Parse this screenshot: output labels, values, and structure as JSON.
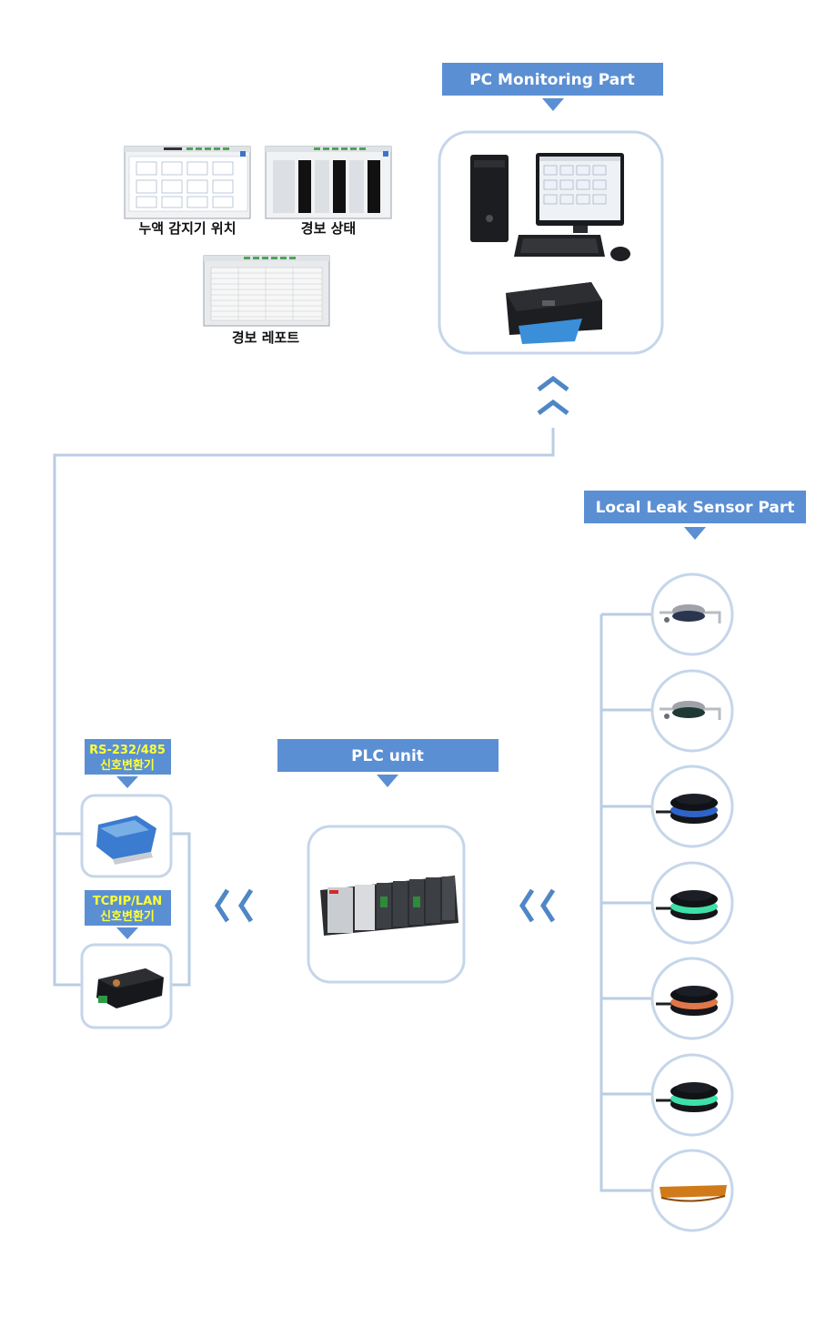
{
  "labels": {
    "pc_monitoring": "PC Monitoring Part",
    "local_sensor": "Local Leak Sensor Part",
    "plc_unit": "PLC unit",
    "rs_line1": "RS-232/485",
    "rs_line2": "신호변환기",
    "tcp_line1": "TCPIP/LAN",
    "tcp_line2": "신호변환기"
  },
  "screens": [
    {
      "caption": "누액 감지기 위치"
    },
    {
      "caption": "경보 상태"
    },
    {
      "caption": "경보 레포트"
    }
  ],
  "sensors": [
    {
      "kind": "clamp"
    },
    {
      "kind": "clamp"
    },
    {
      "kind": "puck",
      "ring": "#2e63c9"
    },
    {
      "kind": "puck",
      "ring": "#3fe0a8"
    },
    {
      "kind": "puck",
      "ring": "#e0774a"
    },
    {
      "kind": "puck",
      "ring": "#3fe0a8"
    },
    {
      "kind": "tape",
      "ring": "#d07a1a"
    }
  ],
  "colors": {
    "label_bg": "#5b8fd3",
    "wire": "#b9cde4",
    "frame": "#c5d6ea",
    "chevron": "#4f86c6"
  }
}
